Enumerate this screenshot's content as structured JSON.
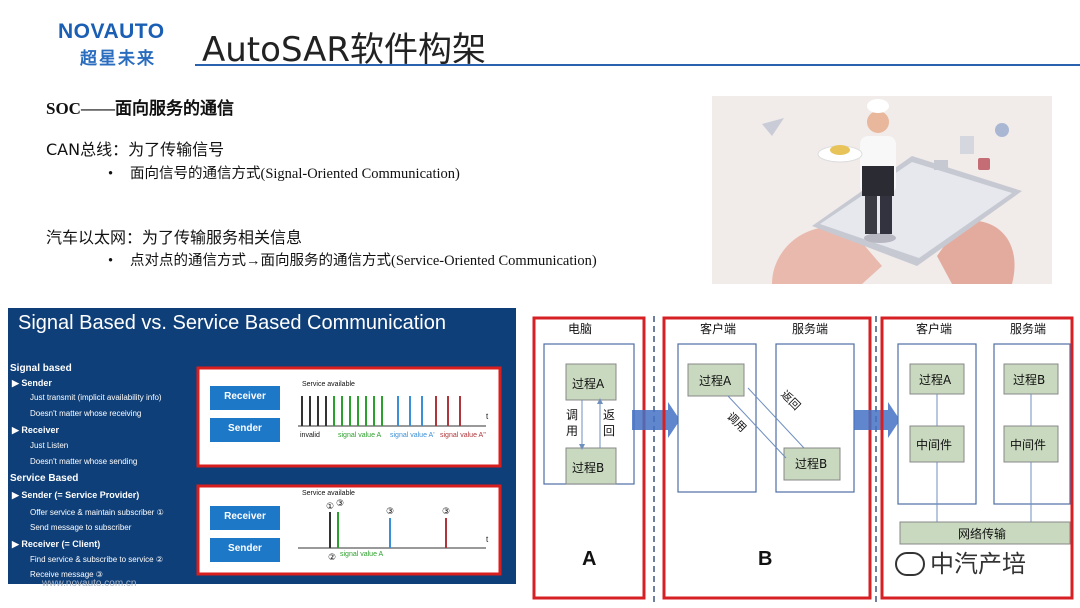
{
  "header": {
    "logo_top": "NOVAUTO",
    "logo_bottom": "超星未来",
    "title": "AutoSAR软件构架"
  },
  "section": {
    "heading": "SOC——面向服务的通信",
    "can_line": "CAN总线：为了传输信号",
    "can_bullet": "面向信号的通信方式(Signal-Oriented Communication)",
    "eth_line": "汽车以太网：为了传输服务相关信息",
    "eth_bullet": "点对点的通信方式→面向服务的通信方式(Service-Oriented Communication)"
  },
  "signal_diagram": {
    "title": "Signal Based vs. Service Based Communication",
    "signal_based": {
      "heading": "Signal based",
      "sender": "Sender",
      "sender_note1": "Just transmit (implicit availability info)",
      "sender_note2": "Doesn't matter whose receiving",
      "receiver": "Receiver",
      "receiver_note1": "Just Listen",
      "receiver_note2": "Doesn't matter whose sending"
    },
    "service_based": {
      "heading": "Service Based",
      "sender": "Sender (= Service Provider)",
      "sender_note1": "Offer service & maintain subscriber ①",
      "sender_note2": "Send message to subscriber",
      "receiver": "Receiver (= Client)",
      "receiver_note1": "Find service & subscribe to service ②",
      "receiver_note2": "Receive message ③"
    },
    "box_top": {
      "receiver_btn": "Receiver",
      "sender_btn": "Sender",
      "service_available": "Service available",
      "t": "t",
      "invalid": "invalid",
      "signal_a": "signal value A",
      "signal_a1": "signal value A'",
      "signal_a2": "signal value A''"
    },
    "box_bottom": {
      "receiver_btn": "Receiver",
      "sender_btn": "Sender",
      "service_available": "Service available",
      "t": "t",
      "signal_a": "signal value A",
      "n1": "①",
      "n2": "②",
      "n3": "③"
    },
    "footer_url": "www.novauto.com.cn",
    "colors": {
      "bg": "#0f3f78",
      "button": "#1e78c8",
      "red": "#d91e1e"
    }
  },
  "arch_diagram": {
    "panel_a": {
      "header": "电脑",
      "proc_a": "过程A",
      "proc_b": "过程B",
      "call": "调用",
      "ret": "返回",
      "label": "A"
    },
    "panel_b": {
      "client": "客户端",
      "server": "服务端",
      "proc_a": "过程A",
      "proc_b": "过程B",
      "call": "调用",
      "ret": "返回",
      "label": "B"
    },
    "panel_c": {
      "client": "客户端",
      "server": "服务端",
      "proc_a": "过程A",
      "proc_b": "过程B",
      "mw1": "中间件",
      "mw2": "中间件",
      "network": "网络传输"
    },
    "watermark": "中汽产培",
    "colors": {
      "border": "#d62024",
      "box": "#c9d9bf",
      "box_border": "#4f6fa5"
    }
  }
}
